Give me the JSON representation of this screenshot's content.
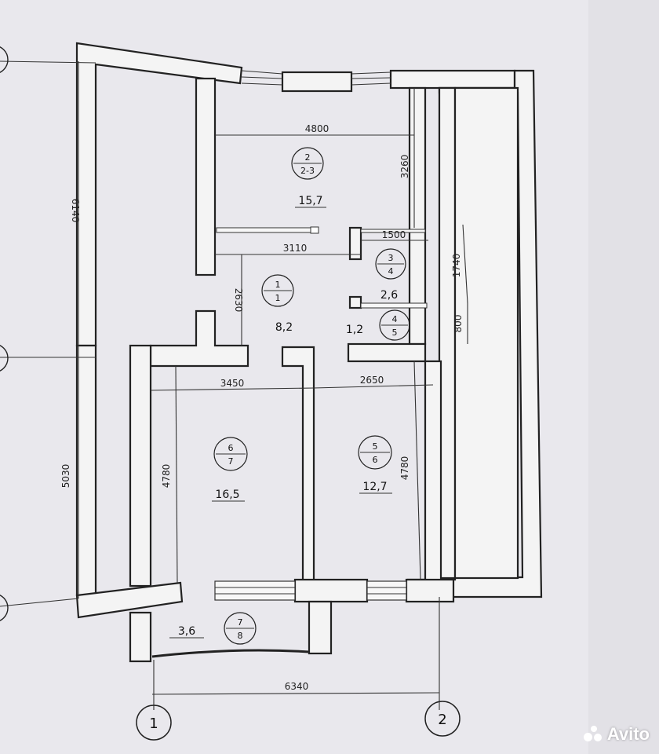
{
  "dimensions": {
    "left_total": "6140",
    "left_lower": "5030",
    "top_room_width": "4800",
    "top_room_depth": "3260",
    "hall_width": "3110",
    "hall_depth": "2630",
    "closet_width": "1500",
    "right_upper": "1740",
    "right_lower": "800",
    "room_left_width": "3450",
    "room_right_width": "2650",
    "room_left_depth": "4780",
    "room_right_depth": "4780",
    "bottom_total": "6340"
  },
  "rooms": [
    {
      "num": "2",
      "sub": "2-3",
      "area": "15,7"
    },
    {
      "num": "1",
      "sub": "1",
      "area": "8,2"
    },
    {
      "num": "3",
      "sub": "4",
      "area": "2,6"
    },
    {
      "num": "4",
      "sub": "5",
      "area": "1,2"
    },
    {
      "num": "6",
      "sub": "7",
      "area": "16,5"
    },
    {
      "num": "5",
      "sub": "6",
      "area": "12,7"
    },
    {
      "num": "7",
      "sub": "8",
      "area": "3,6"
    }
  ],
  "axes": {
    "left": "1",
    "right": "2"
  },
  "watermark": "Avito"
}
